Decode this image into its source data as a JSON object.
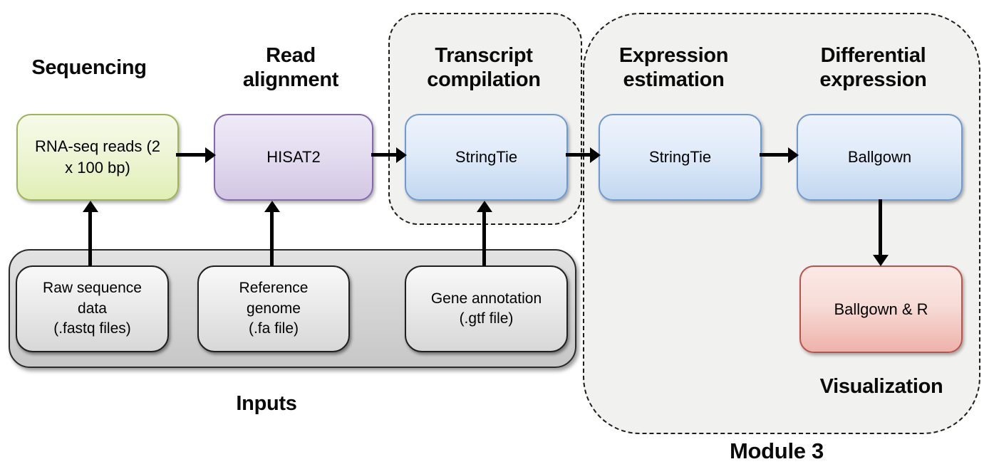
{
  "headings": {
    "sequencing": "Sequencing",
    "read_alignment": "Read\nalignment",
    "transcript_compilation": "Transcript\ncompilation",
    "expression_estimation": "Expression\nestimation",
    "differential_expression": "Differential\nexpression"
  },
  "labels": {
    "inputs": "Inputs",
    "visualization": "Visualization",
    "module": "Module 3"
  },
  "boxes": {
    "rna_seq_reads": {
      "label": "RNA-seq reads (2\nx 100 bp)",
      "fill_top": "#f6fae9",
      "fill_bottom": "#e0efb5",
      "border": "#9fb357"
    },
    "hisat2": {
      "label": "HISAT2",
      "fill_top": "#eeeaf6",
      "fill_bottom": "#d2c6e3",
      "border": "#8468ad"
    },
    "stringtie_compilation": {
      "label": "StringTie",
      "fill_top": "#edf3fc",
      "fill_bottom": "#c2d7f0",
      "border": "#6f9ad1"
    },
    "stringtie_estimation": {
      "label": "StringTie",
      "fill_top": "#edf3fc",
      "fill_bottom": "#c2d7f0",
      "border": "#6f9ad1"
    },
    "ballgown": {
      "label": "Ballgown",
      "fill_top": "#edf3fc",
      "fill_bottom": "#c2d7f0",
      "border": "#6f9ad1"
    },
    "ballgown_r": {
      "label": "Ballgown & R",
      "fill_top": "#fbe9e5",
      "fill_bottom": "#eeb2aa",
      "border": "#b9544c"
    },
    "raw_sequence_data": {
      "label": "Raw sequence\ndata\n(.fastq files)",
      "fill_top": "#f8f8f8",
      "fill_bottom": "#d7d7d7",
      "border": "#1f1f1f"
    },
    "reference_genome": {
      "label": "Reference\ngenome\n(.fa file)",
      "fill_top": "#f8f8f8",
      "fill_bottom": "#d7d7d7",
      "border": "#1f1f1f"
    },
    "gene_annotation": {
      "label": "Gene annotation\n(.gtf file)",
      "fill_top": "#f8f8f8",
      "fill_bottom": "#d7d7d7",
      "border": "#1f1f1f"
    }
  },
  "containers": {
    "transcript_compilation_group": {
      "fill": "#f1f1ef",
      "border_style": "dashed",
      "border_color": "#1c1c1c"
    },
    "module3_group": {
      "fill": "#f1f1ef",
      "border_style": "dashed",
      "border_color": "#1c1c1c"
    },
    "inputs_tray": {
      "fill_top": "#e3e3e3",
      "fill_bottom": "#c7c7c7",
      "border_color": "#2b2b2b"
    }
  },
  "arrows": {
    "color": "#000000"
  }
}
